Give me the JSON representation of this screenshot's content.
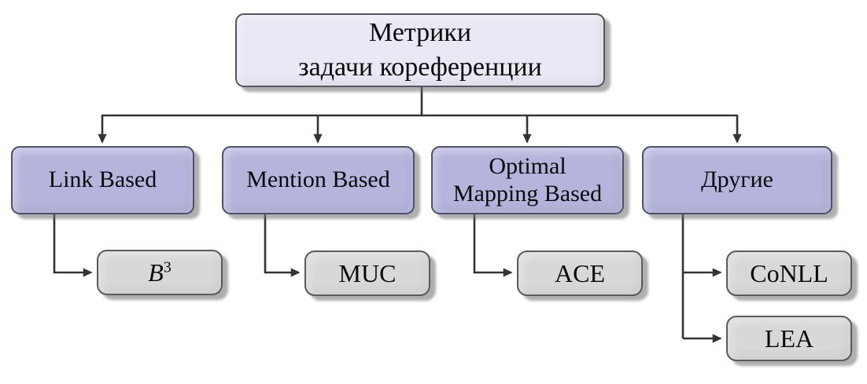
{
  "nodes": {
    "root": {
      "lines": [
        "Метрики",
        "задачи кореференции"
      ]
    },
    "link_based": {
      "label": "Link Based"
    },
    "mention_based": {
      "label": "Mention Based"
    },
    "optimal_mapping_based": {
      "lines": [
        "Optimal",
        "Mapping Based"
      ]
    },
    "other": {
      "label": "Другие"
    },
    "b_cubed": {
      "base": "B",
      "sup": "3"
    },
    "muc": {
      "label": "MUC"
    },
    "ace": {
      "label": "ACE"
    },
    "conll": {
      "label": "CoNLL"
    },
    "lea": {
      "label": "LEA"
    }
  },
  "colors": {
    "root_fill": "#e9e9f6",
    "root_border": "#55555f",
    "category_fill": "#b4b4dc",
    "category_border": "#50506e",
    "leaf_fill": "#d8d8d8",
    "leaf_border": "#5a5a5a",
    "line_color": "#343434",
    "background": "#ffffff"
  }
}
